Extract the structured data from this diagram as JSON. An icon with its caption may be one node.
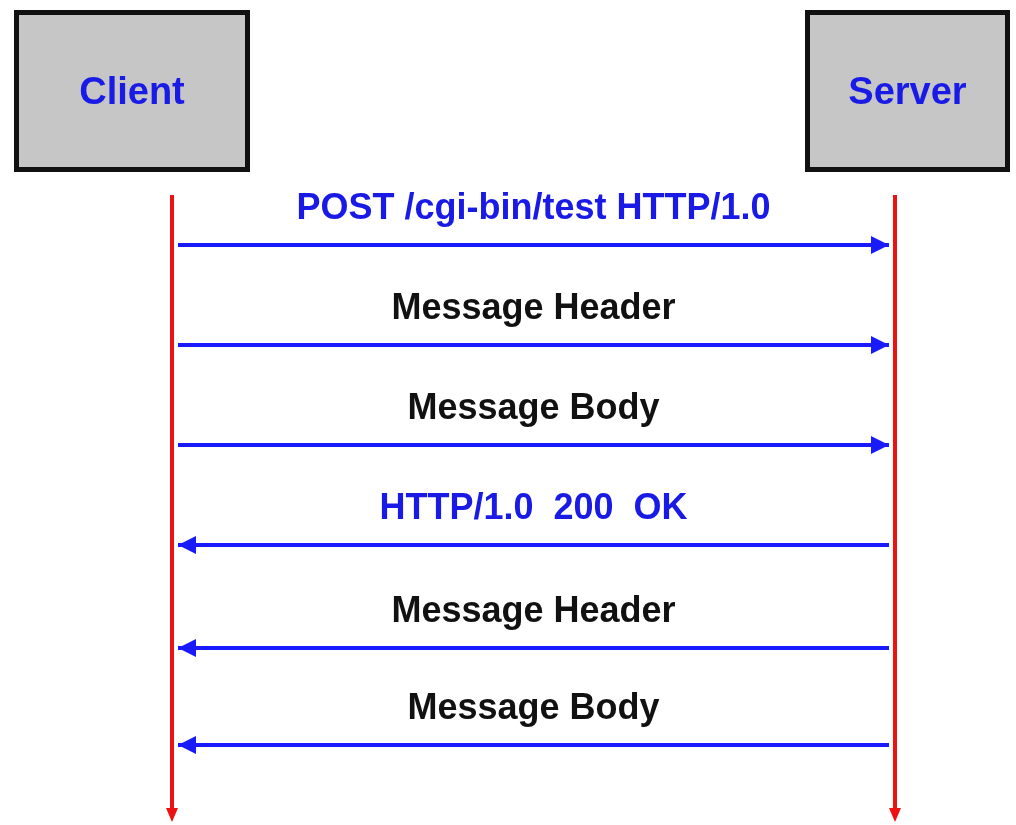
{
  "diagram": {
    "nodes": [
      {
        "text": [
          "Client"
        ]
      },
      {
        "text": [
          "Server"
        ]
      },
      {
        "text": [],
        "shape": "bar"
      },
      {
        "text": [],
        "shape": "bar"
      }
    ],
    "edges": [
      {
        "from": 2,
        "to": 3,
        "arrow": "to",
        "label": "POST /cgi-bin/test HTTP/1.0"
      },
      {
        "from": 2,
        "to": 3,
        "arrow": "to",
        "label": "Message Header"
      },
      {
        "from": 2,
        "to": 3,
        "arrow": "to",
        "label": "Message Body"
      },
      {
        "from": 3,
        "to": 2,
        "arrow": "to",
        "label": "HTTP/1.0  200  OK"
      },
      {
        "from": 3,
        "to": 2,
        "arrow": "to",
        "label": "Message Header"
      },
      {
        "from": 3,
        "to": 2,
        "arrow": "to",
        "label": "Message Body"
      }
    ]
  }
}
